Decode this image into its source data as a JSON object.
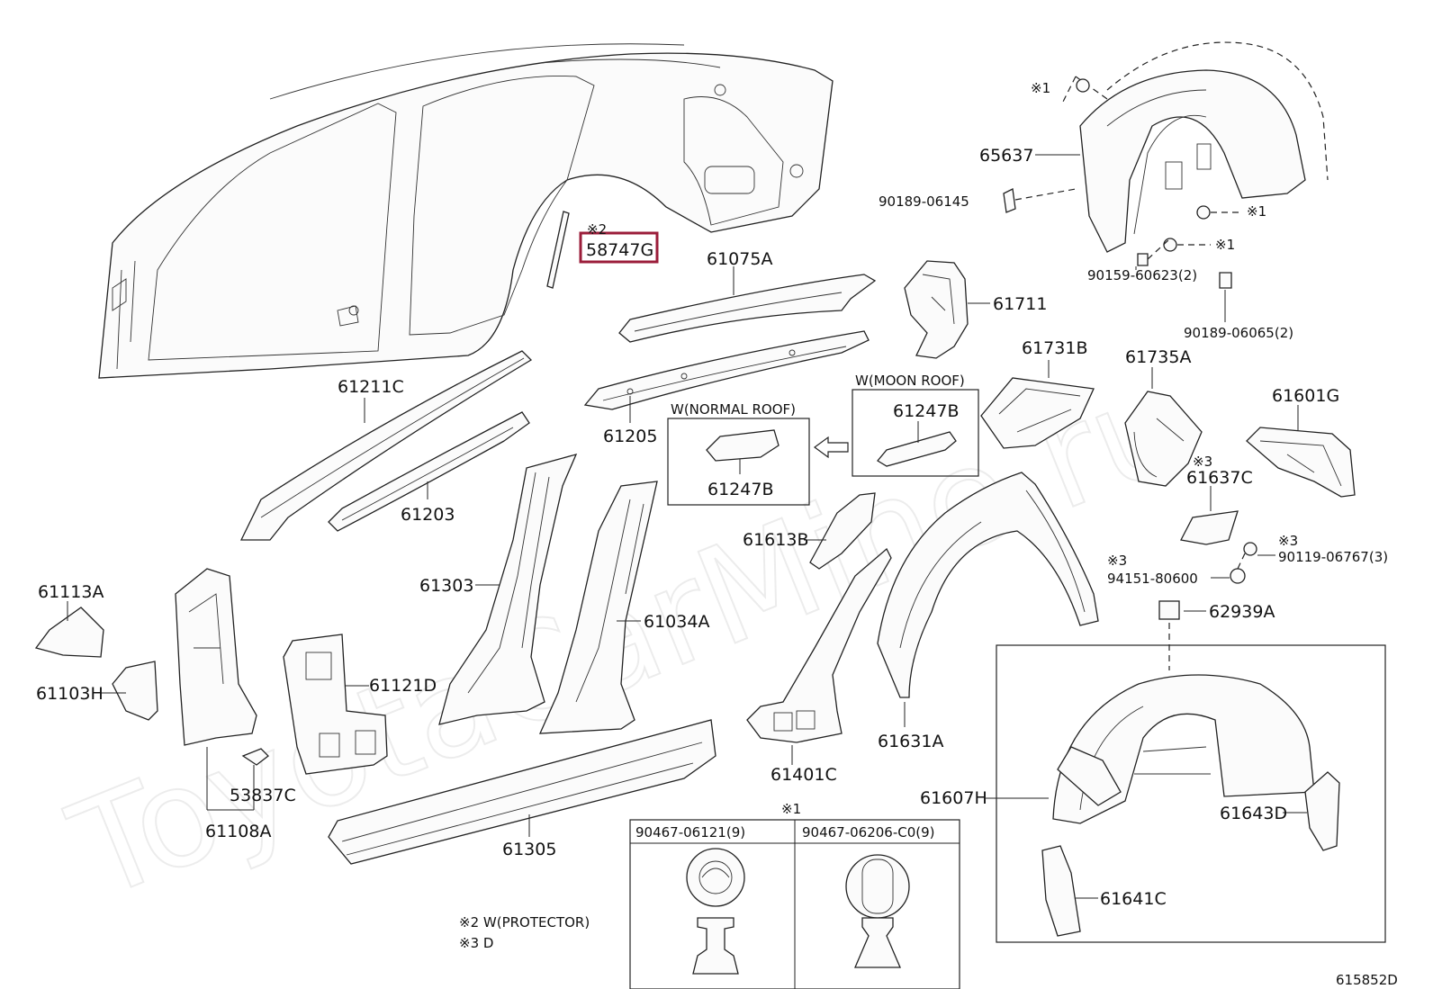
{
  "watermark": "ToyotaCarMine.ru",
  "diagram_code": "615852D",
  "highlighted_part": "58747G",
  "boxes": {
    "normal_roof": "W(NORMAL ROOF)",
    "moon_roof": "W(MOON ROOF)"
  },
  "notes": [
    "※2 W(PROTECTOR)",
    "※3 D"
  ],
  "fastener_table": {
    "mark": "※1",
    "columns": [
      "90467-06121(9)",
      "90467-06206-C0(9)"
    ]
  },
  "marks": {
    "m1": "※1",
    "m2": "※2",
    "m3": "※3"
  },
  "parts": {
    "p58747G": "58747G",
    "p61075A": "61075A",
    "p61711": "61711",
    "p65637": "65637",
    "p90189_06145": "90189-06145",
    "p90159_60623": "90159-60623(2)",
    "p90189_06065": "90189-06065(2)",
    "p61211C": "61211C",
    "p61205": "61205",
    "p61247B_normal": "61247B",
    "p61247B_moon": "61247B",
    "p61731B": "61731B",
    "p61735A": "61735A",
    "p61601G": "61601G",
    "p61203": "61203",
    "p61637C": "61637C",
    "p61613B": "61613B",
    "p90119_06767": "90119-06767(3)",
    "p94151_80600": "94151-80600",
    "p61113A": "61113A",
    "p61303": "61303",
    "p62939A": "62939A",
    "p61034A": "61034A",
    "p61103H": "61103H",
    "p61121D": "61121D",
    "p61631A": "61631A",
    "p61401C": "61401C",
    "p61607H": "61607H",
    "p53837C": "53837C",
    "p61643D": "61643D",
    "p61108A": "61108A",
    "p61305": "61305",
    "p61641C": "61641C"
  }
}
